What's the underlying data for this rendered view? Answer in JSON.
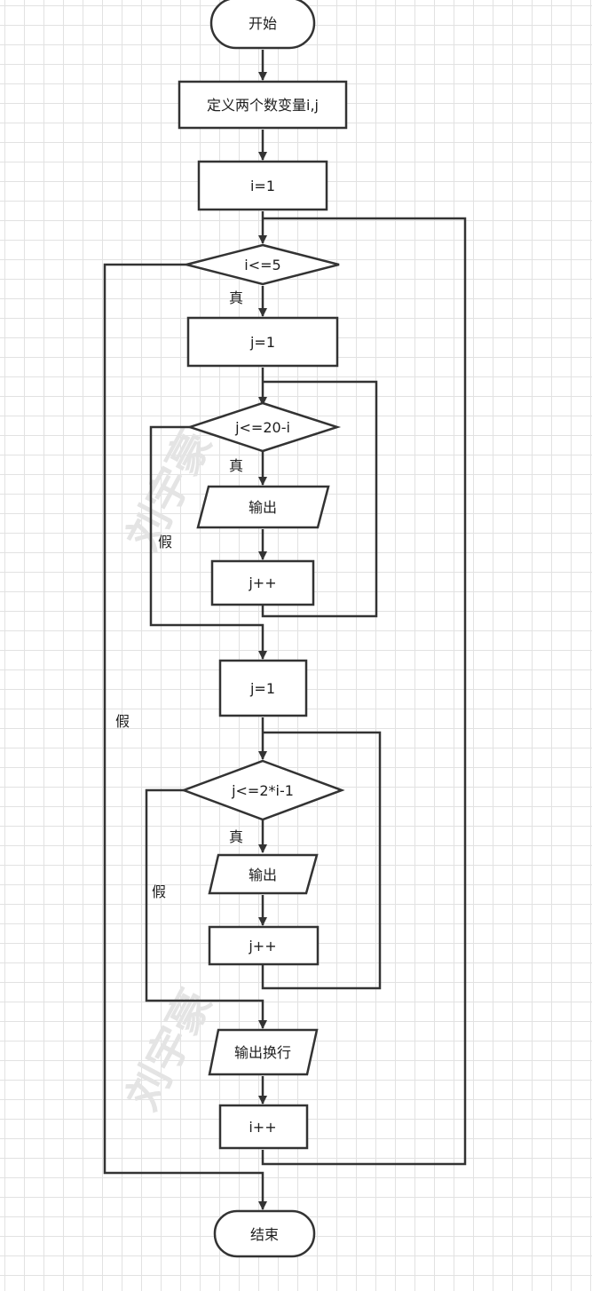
{
  "nodes": {
    "start": "开始",
    "define_vars": "定义两个数变量i,j",
    "init_i": "i=1",
    "cond_outer": "i<=5",
    "init_j_first": "j=1",
    "cond_j_first": "j<=20-i",
    "output_first": "输出",
    "inc_j_first": "j++",
    "init_j_second": "j=1",
    "cond_j_second": "j<=2*i-1",
    "output_second": "输出",
    "inc_j_second": "j++",
    "output_newline": "输出换行",
    "inc_i": "i++",
    "end": "结束"
  },
  "edge_labels": {
    "true": "真",
    "false": "假"
  },
  "watermark": "刘宇豪"
}
